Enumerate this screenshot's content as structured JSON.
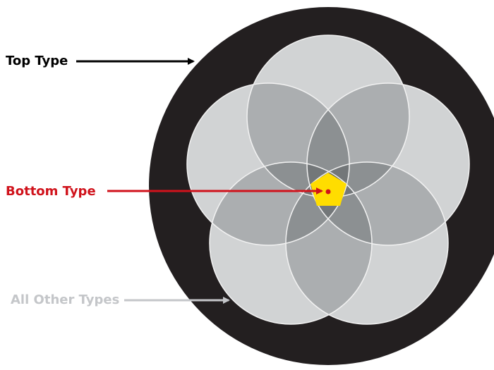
{
  "labels": {
    "top_type": "Top Type",
    "bottom_type": "Bottom Type",
    "all_other_types": "All Other Types"
  },
  "colors": {
    "outer_ring": "#231f20",
    "petal_fill": "#d1d3d4",
    "petal_stroke": "#f2f2f2",
    "top_label": "#000000",
    "bottom_label": "#d0121b",
    "others_label": "#c4c6c9",
    "core": "#ffdd00"
  }
}
